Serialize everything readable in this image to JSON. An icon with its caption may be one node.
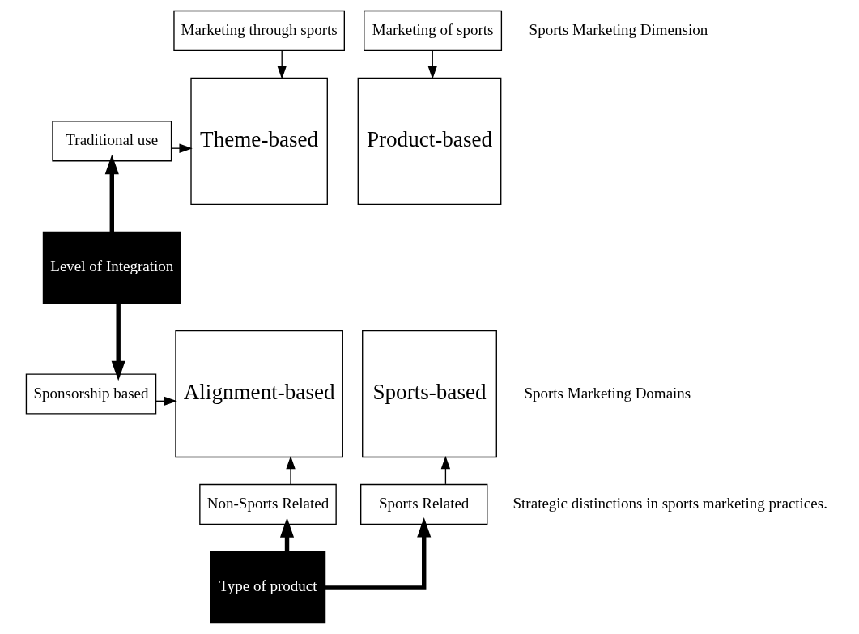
{
  "diagram": {
    "nodes": [
      {
        "text": [
          "Marketing through sports"
        ]
      },
      {
        "text": [
          "Marketing of sports"
        ]
      },
      {
        "text": [
          "Traditional use"
        ]
      },
      {
        "text": [
          "Theme-based"
        ]
      },
      {
        "text": [
          "Product-based"
        ]
      },
      {
        "text": [
          "Level of Integration"
        ]
      },
      {
        "text": [
          "Sponsorship based"
        ]
      },
      {
        "text": [
          "Alignment-based"
        ]
      },
      {
        "text": [
          "Sports-based"
        ]
      },
      {
        "text": [
          "Non-Sports Related"
        ]
      },
      {
        "text": [
          "Sports Related"
        ]
      },
      {
        "text": [
          "Type of product"
        ]
      }
    ],
    "edges": [
      {
        "from": 0,
        "to": 3,
        "arrow": "to"
      },
      {
        "from": 1,
        "to": 4,
        "arrow": "to"
      },
      {
        "from": 5,
        "to": 2,
        "arrow": "to",
        "style": "thick"
      },
      {
        "from": 5,
        "to": 6,
        "arrow": "to",
        "style": "thick"
      },
      {
        "from": 2,
        "to": 3,
        "arrow": "to"
      },
      {
        "from": 6,
        "to": 7,
        "arrow": "to"
      },
      {
        "from": 9,
        "to": 7,
        "arrow": "to"
      },
      {
        "from": 10,
        "to": 8,
        "arrow": "to"
      },
      {
        "from": 11,
        "to": 9,
        "arrow": "to",
        "style": "thick"
      },
      {
        "from": 11,
        "to": 10,
        "arrow": "to",
        "style": "thick"
      }
    ],
    "labels": [
      "Sports Marketing Dimension",
      "Sports Marketing Domains",
      "Strategic distinctions in sports marketing practices."
    ]
  }
}
